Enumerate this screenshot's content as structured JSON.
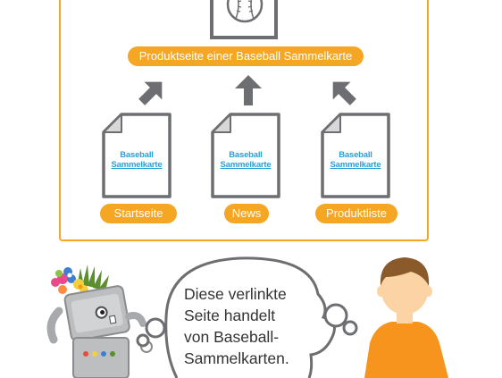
{
  "diagram": {
    "product_label": "Produktseite einer Baseball Sammelkarte",
    "documents": [
      {
        "line1": "Baseball",
        "line2": "Sammelkarte",
        "label": "Startseite"
      },
      {
        "line1": "Baseball",
        "line2": "Sammelkarte",
        "label": "News"
      },
      {
        "line1": "Baseball",
        "line2": "Sammelkarte",
        "label": "Produktliste"
      }
    ]
  },
  "speech_bubble": {
    "lines": [
      "Diese verlinkte",
      "Seite handelt",
      "von Baseball-",
      "Sammelkarten."
    ]
  },
  "colors": {
    "accent": "#f5a623",
    "doc_border": "#6d6e71",
    "doc_text": "#2a9fd6",
    "person_shirt": "#f7941d",
    "person_hair": "#8b5a2b"
  },
  "icons": [
    "baseball-icon",
    "document-icon",
    "arrow-icon",
    "robot-mascot-icon",
    "person-icon",
    "flower-icon"
  ]
}
